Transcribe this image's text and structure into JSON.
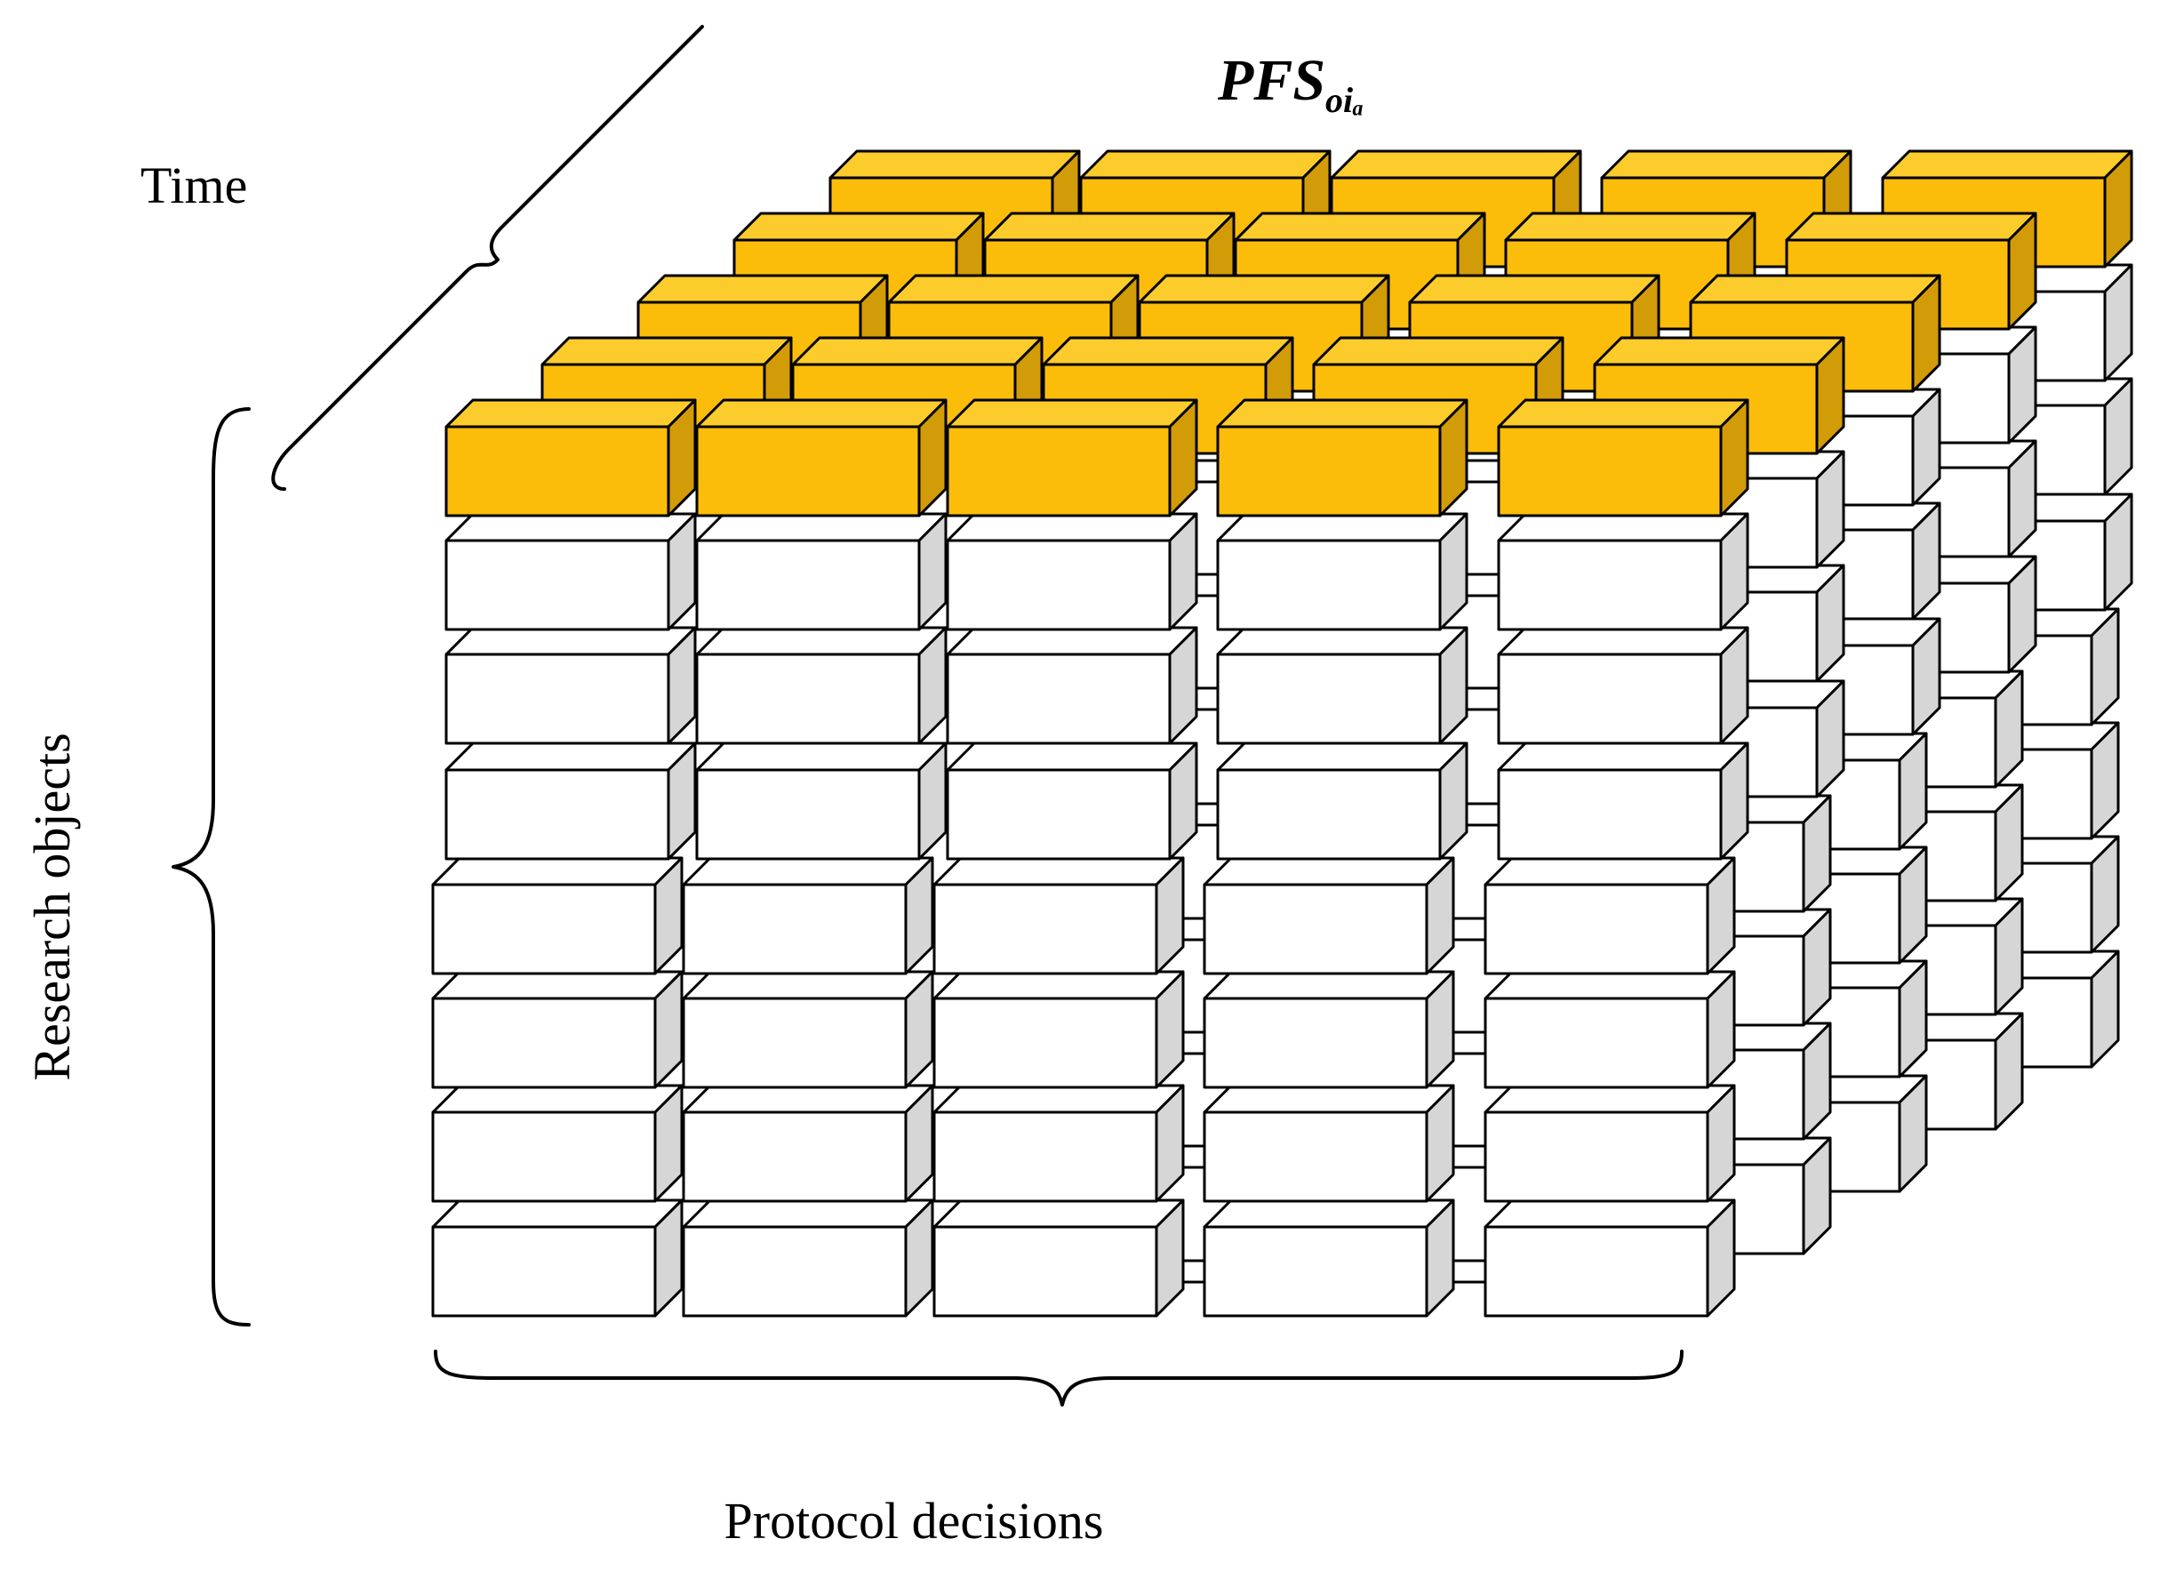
{
  "labels": {
    "time": "Time",
    "research_objects": "Research objects",
    "protocol_decisions": "Protocol decisions",
    "pfs_main": "PFS",
    "pfs_sub": "oiₐ"
  },
  "colors": {
    "top_face": "#FCCB2C",
    "top_front": "#FCBD0A",
    "top_side": "#D29B08",
    "front": "#FFFFFF",
    "side": "#D6D6D6",
    "stroke": "#000000",
    "pfs_text": "#F7B500"
  },
  "grid": {
    "columns": 5,
    "rows": 8,
    "depth_layers": 5,
    "highlighted_row": "top"
  }
}
